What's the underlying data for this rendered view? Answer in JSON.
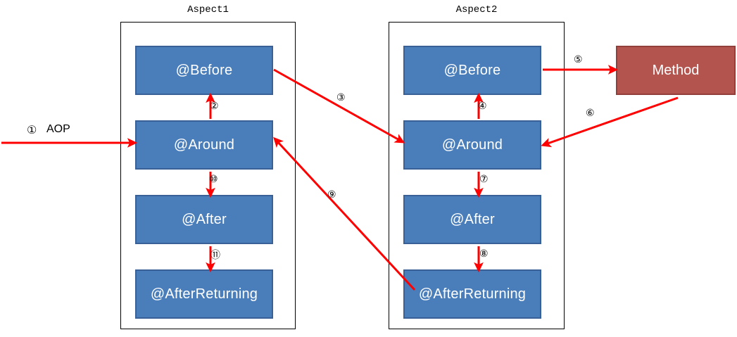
{
  "diagram": {
    "title_hidden": "Spring AOP multi-aspect advice execution order",
    "colors": {
      "advice_fill": "#4a7ebb",
      "advice_border": "#3a6098",
      "method_fill": "#b3544f",
      "method_border": "#923e3a",
      "arrow": "#ff0000",
      "container_border": "#000000",
      "text_on_box": "#ffffff",
      "label_text": "#000000"
    },
    "aspects": [
      {
        "name": "aspect1",
        "title": "Aspect1",
        "boxes": [
          {
            "key": "before",
            "label": "@Before"
          },
          {
            "key": "around",
            "label": "@Around"
          },
          {
            "key": "after",
            "label": "@After"
          },
          {
            "key": "afterreturning",
            "label": "@AfterReturning"
          }
        ]
      },
      {
        "name": "aspect2",
        "title": "Aspect2",
        "boxes": [
          {
            "key": "before",
            "label": "@Before"
          },
          {
            "key": "around",
            "label": "@Around"
          },
          {
            "key": "after",
            "label": "@After"
          },
          {
            "key": "afterreturning",
            "label": "@AfterReturning"
          }
        ]
      }
    ],
    "target": {
      "label": "Method"
    },
    "entry": {
      "marker": "①",
      "label": "AOP"
    },
    "steps": [
      {
        "id": 1,
        "marker": "①",
        "from": "external",
        "to": "aspect1.around",
        "note": "AOP"
      },
      {
        "id": 2,
        "marker": "②",
        "from": "aspect1.around",
        "to": "aspect1.before"
      },
      {
        "id": 3,
        "marker": "③",
        "from": "aspect1.before",
        "to": "aspect2.around"
      },
      {
        "id": 4,
        "marker": "④",
        "from": "aspect2.around",
        "to": "aspect2.before"
      },
      {
        "id": 5,
        "marker": "⑤",
        "from": "aspect2.before",
        "to": "method"
      },
      {
        "id": 6,
        "marker": "⑥",
        "from": "method",
        "to": "aspect2.around"
      },
      {
        "id": 7,
        "marker": "⑦",
        "from": "aspect2.around",
        "to": "aspect2.after"
      },
      {
        "id": 8,
        "marker": "⑧",
        "from": "aspect2.after",
        "to": "aspect2.afterreturning"
      },
      {
        "id": 9,
        "marker": "⑨",
        "from": "aspect2.afterreturning",
        "to": "aspect1.around"
      },
      {
        "id": 10,
        "marker": "⑩",
        "from": "aspect1.around",
        "to": "aspect1.after"
      },
      {
        "id": 11,
        "marker": "⑪",
        "from": "aspect1.after",
        "to": "aspect1.afterreturning"
      }
    ]
  }
}
